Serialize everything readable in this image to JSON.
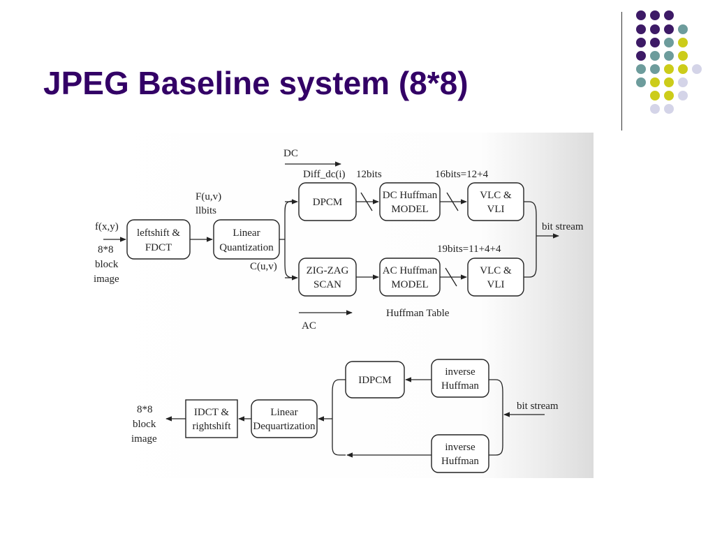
{
  "title": "JPEG Baseline system (8*8)",
  "colors": {
    "title": "#330066",
    "dot_purple": "#3d1a66",
    "dot_teal": "#6d9c9c",
    "dot_yellow": "#cccc1a",
    "dot_lavender": "#d4d4e8"
  },
  "decoration": {
    "dots": [
      "purple",
      "purple",
      "purple",
      "",
      "purple",
      "purple",
      "purple",
      "teal",
      "purple",
      "purple",
      "teal",
      "yellow",
      "purple",
      "teal",
      "teal",
      "yellow",
      "teal",
      "teal",
      "yellow",
      "yellow",
      "lavender",
      "teal",
      "yellow",
      "yellow",
      "lavender",
      "yellow",
      "yellow",
      "lavender",
      "lavender",
      "lavender",
      "lavender"
    ]
  },
  "encoder": {
    "input_fxy": "f(x,y)",
    "input_block": [
      "8*8",
      "block",
      "image"
    ],
    "fdct": [
      "leftshift &",
      "FDCT"
    ],
    "fuv": [
      "F(u,v)",
      "llbits"
    ],
    "quant": [
      "Linear",
      "Quantization"
    ],
    "cuv": "C(u,v)",
    "dc_label": "DC",
    "diff_label": "Diff_dc(i)",
    "bits12": "12bits",
    "bits16": "16bits=12+4",
    "dpcm": "DPCM",
    "dc_huff": [
      "DC Huffman",
      "MODEL"
    ],
    "vlc_dc": [
      "VLC &",
      "VLI"
    ],
    "bit_stream": "bit stream",
    "bits19": "19bits=11+4+4",
    "zigzag": [
      "ZIG-ZAG",
      "SCAN"
    ],
    "ac_huff": [
      "AC Huffman",
      "MODEL"
    ],
    "vlc_ac": [
      "VLC &",
      "VLI"
    ],
    "ac_label": "AC",
    "huff_table": "Huffman Table"
  },
  "decoder": {
    "idpcm": "IDPCM",
    "inv_huff_top": [
      "inverse",
      "Huffman"
    ],
    "bit_stream": "bit stream",
    "inv_huff_bottom": [
      "inverse",
      "Huffman"
    ],
    "dequant": [
      "Linear",
      "Dequartization"
    ],
    "idct": [
      "IDCT &",
      "rightshift"
    ],
    "output_block": [
      "8*8",
      "block",
      "image"
    ]
  }
}
